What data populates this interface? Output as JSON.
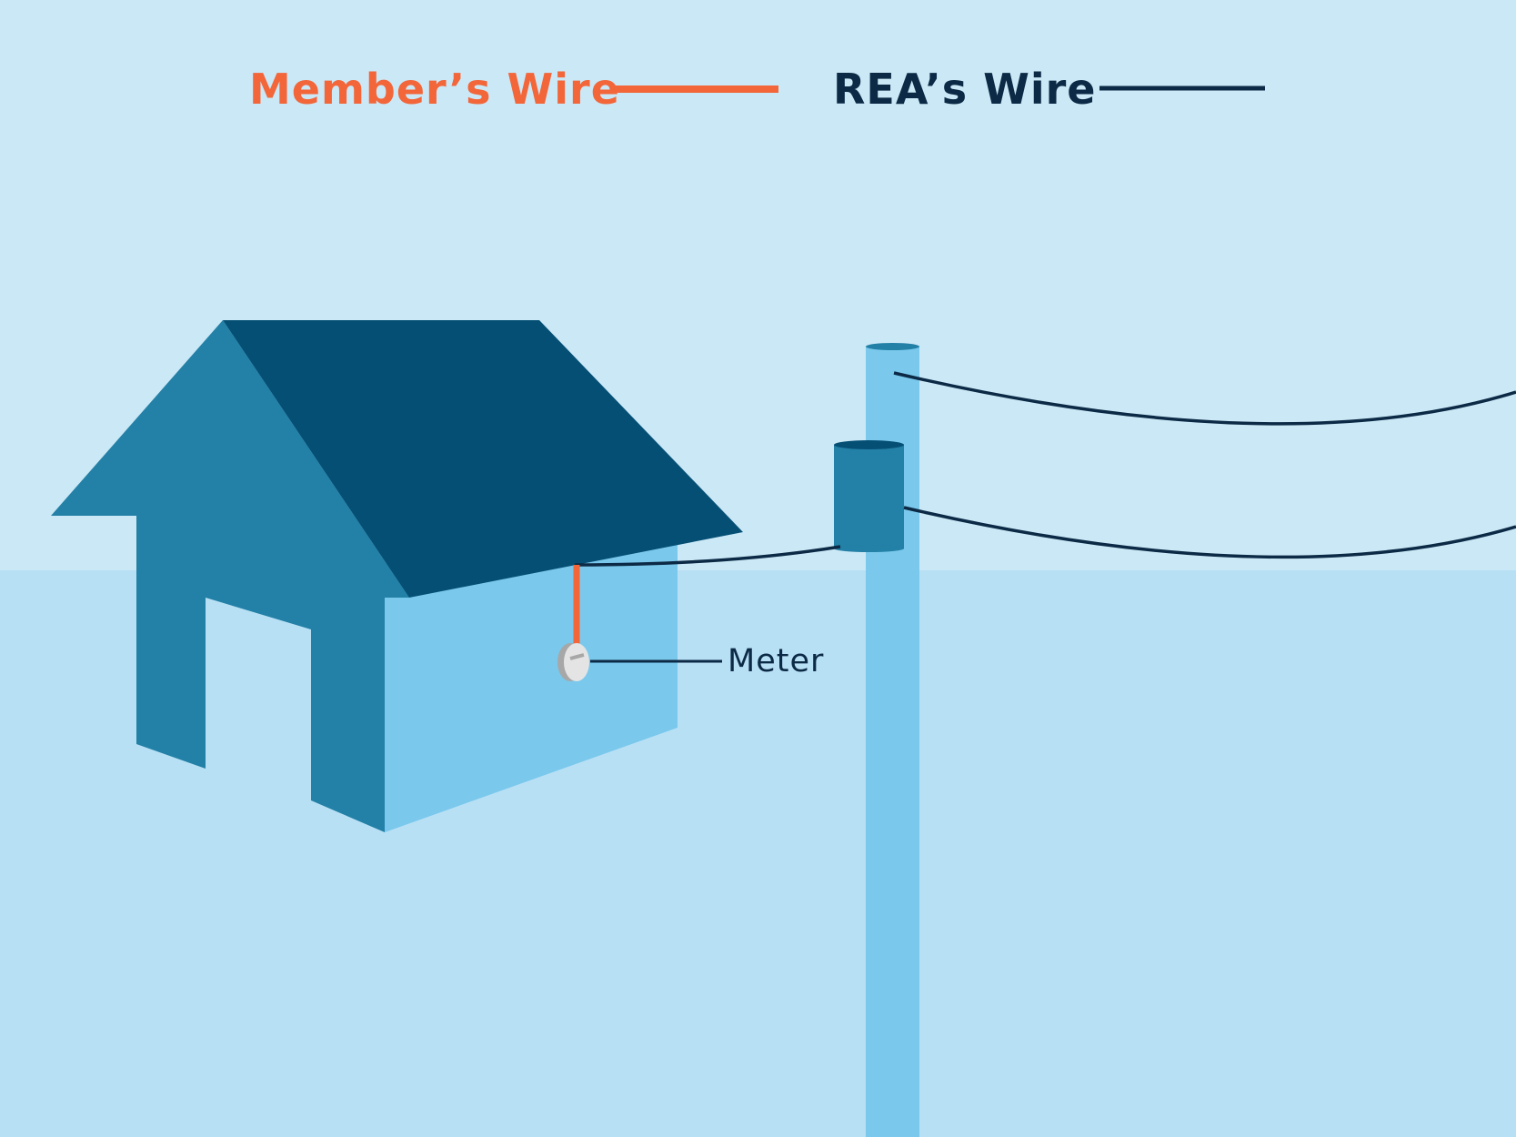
{
  "legend": {
    "member": {
      "label": "Member’s Wire",
      "color": "#f2663a"
    },
    "rea": {
      "label": "REA’s Wire",
      "color": "#0c2a45"
    }
  },
  "callouts": {
    "meter": {
      "label": "Meter"
    }
  },
  "colors": {
    "sky": "#cbe8f6",
    "ground": "#b8e0f5",
    "roof": "#054f75",
    "house_front": "#2380a6",
    "house_side": "#7ac8ec",
    "pole": "#7ac8ec",
    "transformer": "#2380a6",
    "meter_face": "#e4e4e4",
    "meter_rim": "#a7a7a7"
  }
}
